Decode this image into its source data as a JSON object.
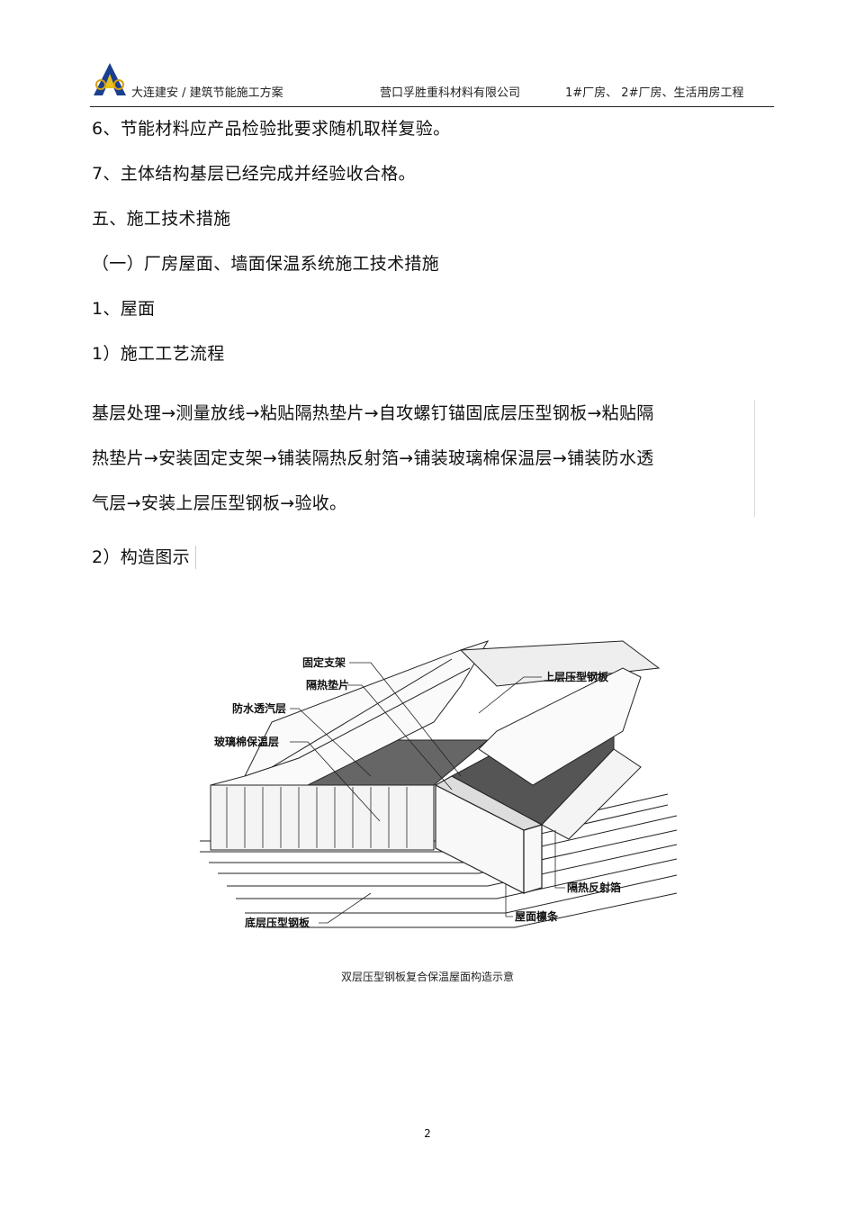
{
  "header": {
    "left": "大连建安 / 建筑节能施工方案",
    "middle": "营口孚胜重科材料有限公司",
    "right": "1#厂房、 2#厂房、生活用房工程"
  },
  "body": {
    "line1": "6、节能材料应产品检验批要求随机取样复验。",
    "line2": "7、主体结构基层已经完成并经验收合格。",
    "line3": "五、施工技术措施",
    "line4": "（一）厂房屋面、墙面保温系统施工技术措施",
    "line5": "1、屋面",
    "line6": "1）施工工艺流程",
    "flow1": "基层处理→测量放线→粘贴隔热垫片→自攻螺钉锚固底层压型钢板→粘贴隔",
    "flow2": "热垫片→安装固定支架→铺装隔热反射箔→铺装玻璃棉保温层→铺装防水透",
    "flow3": "气层→安装上层压型钢板→验收。",
    "line7": "2）构造图示"
  },
  "figure": {
    "labels": {
      "bracket": "固定支架",
      "pad": "隔热垫片",
      "membrane": "防水透汽层",
      "glasswool": "玻璃棉保温层",
      "bottom_sheet": "底层压型钢板",
      "top_sheet": "上层压型钢板",
      "foil": "隔热反射箔",
      "purlin": "屋面檩条"
    },
    "caption": "双层压型钢板复合保温屋面构造示意"
  },
  "page_number": "2"
}
